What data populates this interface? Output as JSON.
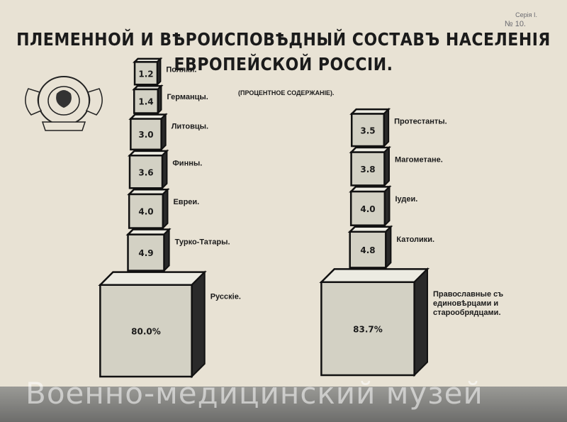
{
  "header": {
    "title_line1": "ПЛЕМЕННОЙ И ВѢРОИСПОВѢДНЫЙ СОСТАВЪ НАСЕЛЕНІЯ",
    "title_line2": "ЕВРОПЕЙСКОЙ РОССІИ.",
    "subtitle": "(ПРОЦЕНТНОЕ СОДЕРЖАНІЕ).",
    "series": "Серія I.",
    "number": "№ 10."
  },
  "watermark": "Военно-медицинский музей",
  "colors": {
    "paper": "#e8e2d4",
    "cube_front": "#d3d1c4",
    "cube_side": "#2a2a2a",
    "ink": "#1b1b1b"
  },
  "chart_data": [
    {
      "type": "bar",
      "categories": [
        "Поляки.",
        "Германцы.",
        "Литовцы.",
        "Финны.",
        "Евреи.",
        "Турко-Татары.",
        "Русскіе."
      ],
      "values": [
        1.2,
        1.4,
        3.0,
        3.6,
        4.0,
        4.9,
        80.0
      ],
      "value_labels": [
        "1.2",
        "1.4",
        "3.0",
        "3.6",
        "4.0",
        "4.9",
        "80.0%"
      ]
    },
    {
      "type": "bar",
      "categories": [
        "Протестанты.",
        "Магометане.",
        "Іудеи.",
        "Католики.",
        "Православные съ единовѣрцами и старообрядцами."
      ],
      "values": [
        3.5,
        3.8,
        4.0,
        4.8,
        83.7
      ],
      "value_labels": [
        "3.5",
        "3.8",
        "4.0",
        "4.8",
        "83.7%"
      ]
    }
  ]
}
